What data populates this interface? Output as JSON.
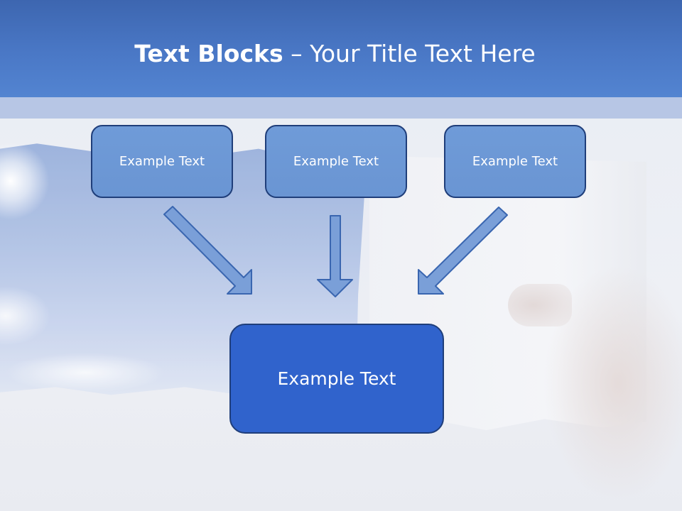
{
  "header": {
    "title_bold": "Text Blocks",
    "title_dash": "–",
    "title_rest": "Your Title Text Here"
  },
  "diagram": {
    "boxes": [
      {
        "label": "Example Text"
      },
      {
        "label": "Example Text"
      },
      {
        "label": "Example Text"
      }
    ],
    "target": {
      "label": "Example Text"
    }
  },
  "colors": {
    "header": "#4a78c6",
    "box_fill": "#6f9bd8",
    "target_fill": "#3063cc",
    "arrow_fill": "#7a9fd8",
    "border": "#1f3e7a"
  }
}
